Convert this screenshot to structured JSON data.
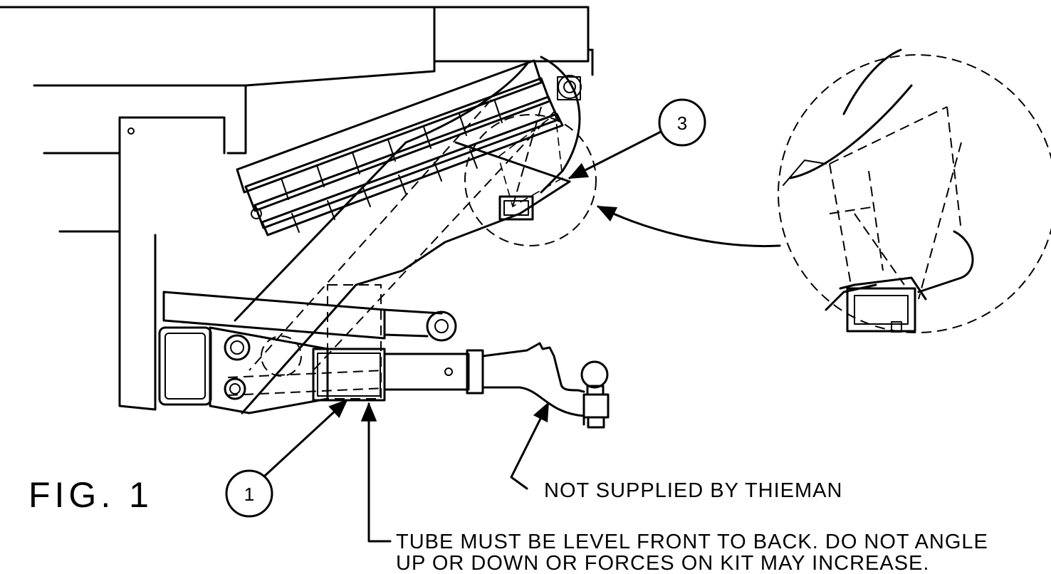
{
  "figure": {
    "label": "FIG. 1"
  },
  "balloons": [
    {
      "number": "1"
    },
    {
      "number": "3"
    }
  ],
  "notes": {
    "not_supplied": "NOT SUPPLIED BY THIEMAN",
    "tube_line1": "TUBE MUST BE LEVEL FRONT TO BACK. DO NOT ANGLE",
    "tube_line2": "UP OR DOWN OR FORCES ON KIT MAY INCREASE."
  }
}
